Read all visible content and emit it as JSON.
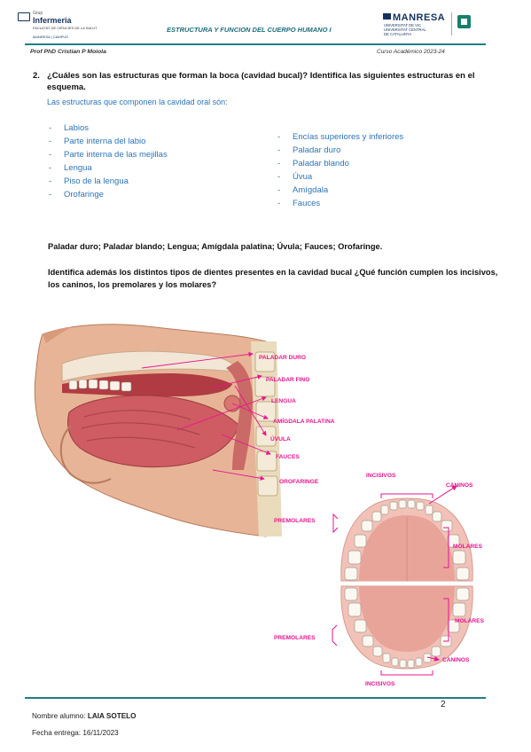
{
  "header": {
    "left_logo": {
      "line1": "Grup",
      "name": "Infermeria",
      "line2": "FACULTAT DE CIÈNCIES DE LA SALUT",
      "line3": "MANRESA | CAMPUS"
    },
    "title": "ESTRUCTURA Y FUNCION DEL CUERPO HUMANO I",
    "right_logo": {
      "name": "MANRESA",
      "sub1": "UNIVERSITAT DE VIC",
      "sub2": "UNIVERSITAT CENTRAL",
      "sub3": "DE CATALUNYA"
    },
    "professor": "Prof PhD Cristian P Moiola",
    "course": "Curso Académico 2023-24"
  },
  "question": {
    "number": "2.",
    "text": "¿Cuáles son las estructuras que forman la boca (cavidad bucal)? Identifica las siguientes estructuras en el esquema."
  },
  "answer_intro": "Las estructuras que componen la cavidad oral són:",
  "list_left": [
    "Labios",
    "Parte interna del labio",
    "Parte interna de las mejillas",
    "Lengua",
    "Piso de la lengua",
    "Orofaringe"
  ],
  "list_right": [
    "Encías superiores y inferiores",
    "Paladar duro",
    "Paladar blando",
    "Úvua",
    "Amígdala",
    "Fauces"
  ],
  "structures_line": "Paladar duro; Paladar blando; Lengua; Amígdala palatina; Úvula; Fauces; Orofaringe.",
  "teeth_question": "Identifica además los distintos tipos de dientes presentes en la cavidad bucal ¿Qué función cumplen los incisivos, los caninos, los premolares y los molares?",
  "diagram_sagittal": {
    "labels": [
      "PALADAR DURO",
      "PALADAR FINO",
      "LENGUA",
      "AMÍGDALA PALATINA",
      "ÚVULA",
      "FAUCES",
      "OROFARINGE"
    ]
  },
  "diagram_teeth": {
    "incisivos_top": "INCISIVOS",
    "caninos_top": "CANINOS",
    "premolares_top": "PREMOLARES",
    "molares_top": "MOLARES",
    "molares_bottom": "MOLARES",
    "premolares_bottom": "PREMOLARES",
    "caninos_bottom": "CANINOS",
    "incisivos_bottom": "INCISIVOS"
  },
  "colors": {
    "accent": "#1d7d88",
    "answer_blue": "#2e74b5",
    "label_pink": "#e8158f",
    "title_teal": "#1d6e7a"
  },
  "footer": {
    "page_number": "2",
    "student_label": "Nombre alumno:",
    "student_name": "LAIA SOTELO",
    "date_label": "Fecha entrega:",
    "date_value": "16/11/2023"
  }
}
